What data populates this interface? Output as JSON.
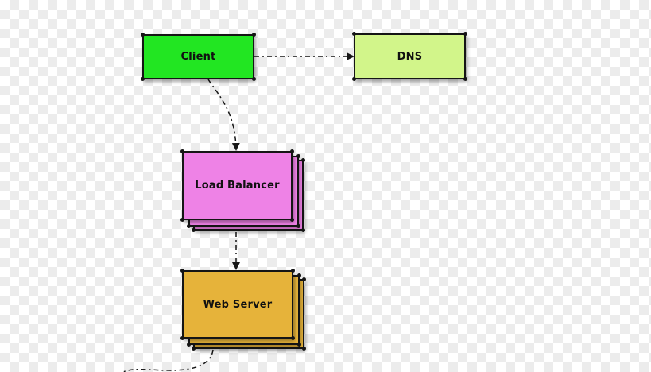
{
  "nodes": {
    "client": {
      "label": "Client",
      "color": "#22e622"
    },
    "dns": {
      "label": "DNS",
      "color": "#d2f58a"
    },
    "load_balancer": {
      "label": "Load Balancer",
      "color": "#ee82e6"
    },
    "web_server": {
      "label": "Web Server",
      "color": "#e6b33a"
    }
  },
  "edges": [
    {
      "from": "client",
      "to": "dns",
      "style": "dash-dot"
    },
    {
      "from": "client",
      "to": "load_balancer",
      "style": "dash-dot"
    },
    {
      "from": "load_balancer",
      "to": "web_server",
      "style": "dash-dot"
    },
    {
      "from": "web_server",
      "to": "offscreen",
      "style": "dash-dot"
    }
  ]
}
